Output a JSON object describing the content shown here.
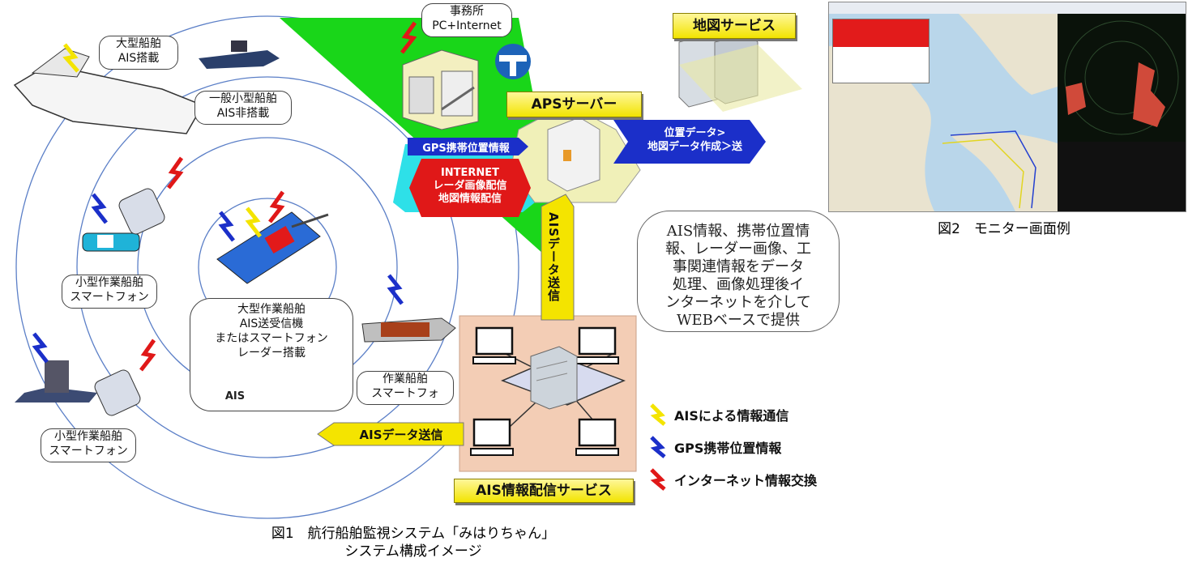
{
  "figure1": {
    "office_label": [
      "事務所",
      "PC+Internet"
    ],
    "map_service": "地図サービス",
    "aps_server": "APSサーバー",
    "gps_label": "GPS携帯位置情報",
    "internet_label": [
      "INTERNET",
      "レーダ画像配信",
      "地図情報配信"
    ],
    "position_label": [
      "位置データ>",
      "地図データ作成＞送"
    ],
    "ais_send_vertical": "AISデータ送信",
    "ais_send_horizontal": "AISデータ送信",
    "ais_service": "AIS情報配信サービス",
    "big_callout": [
      "AIS情報、携帯位置情",
      "報、レーダー画像、工",
      "事関連情報をデータ",
      "処理、画像処理後イ",
      "ンターネットを介して",
      "WEBベースで提供"
    ],
    "large_ship": [
      "大型船舶",
      "AIS搭載"
    ],
    "small_ship": [
      "一般小型船舶",
      "AIS非搭載"
    ],
    "work_boat_1": [
      "小型作業船舶",
      "スマートフォン"
    ],
    "work_boat_2": [
      "小型作業船舶",
      "スマートフォン"
    ],
    "large_work_ship": [
      "大型作業船舶",
      "AIS送受信機",
      "またはスマートフォン",
      "レーダー搭載"
    ],
    "ais_device": "AIS",
    "work_boat_3": [
      "作業船舶",
      "スマートフォ"
    ],
    "legend": [
      {
        "label": "AISによる情報通信",
        "color": "#f4e400"
      },
      {
        "label": "GPS携帯位置情報",
        "color": "#1b2fc9"
      },
      {
        "label": "インターネット情報交換",
        "color": "#e01818"
      }
    ],
    "caption": [
      "図1　航行船舶監視システム「みはりちゃん」",
      "システム構成イメージ"
    ]
  },
  "figure2": {
    "caption": "図2　モニター画面例"
  },
  "colors": {
    "green": "#19d619",
    "cyan": "#2ee0e8",
    "peach": "#f3cdb5",
    "gps_blue": "#1b2fc9",
    "internet_red": "#e01818",
    "ais_yellow": "#f4e400"
  }
}
